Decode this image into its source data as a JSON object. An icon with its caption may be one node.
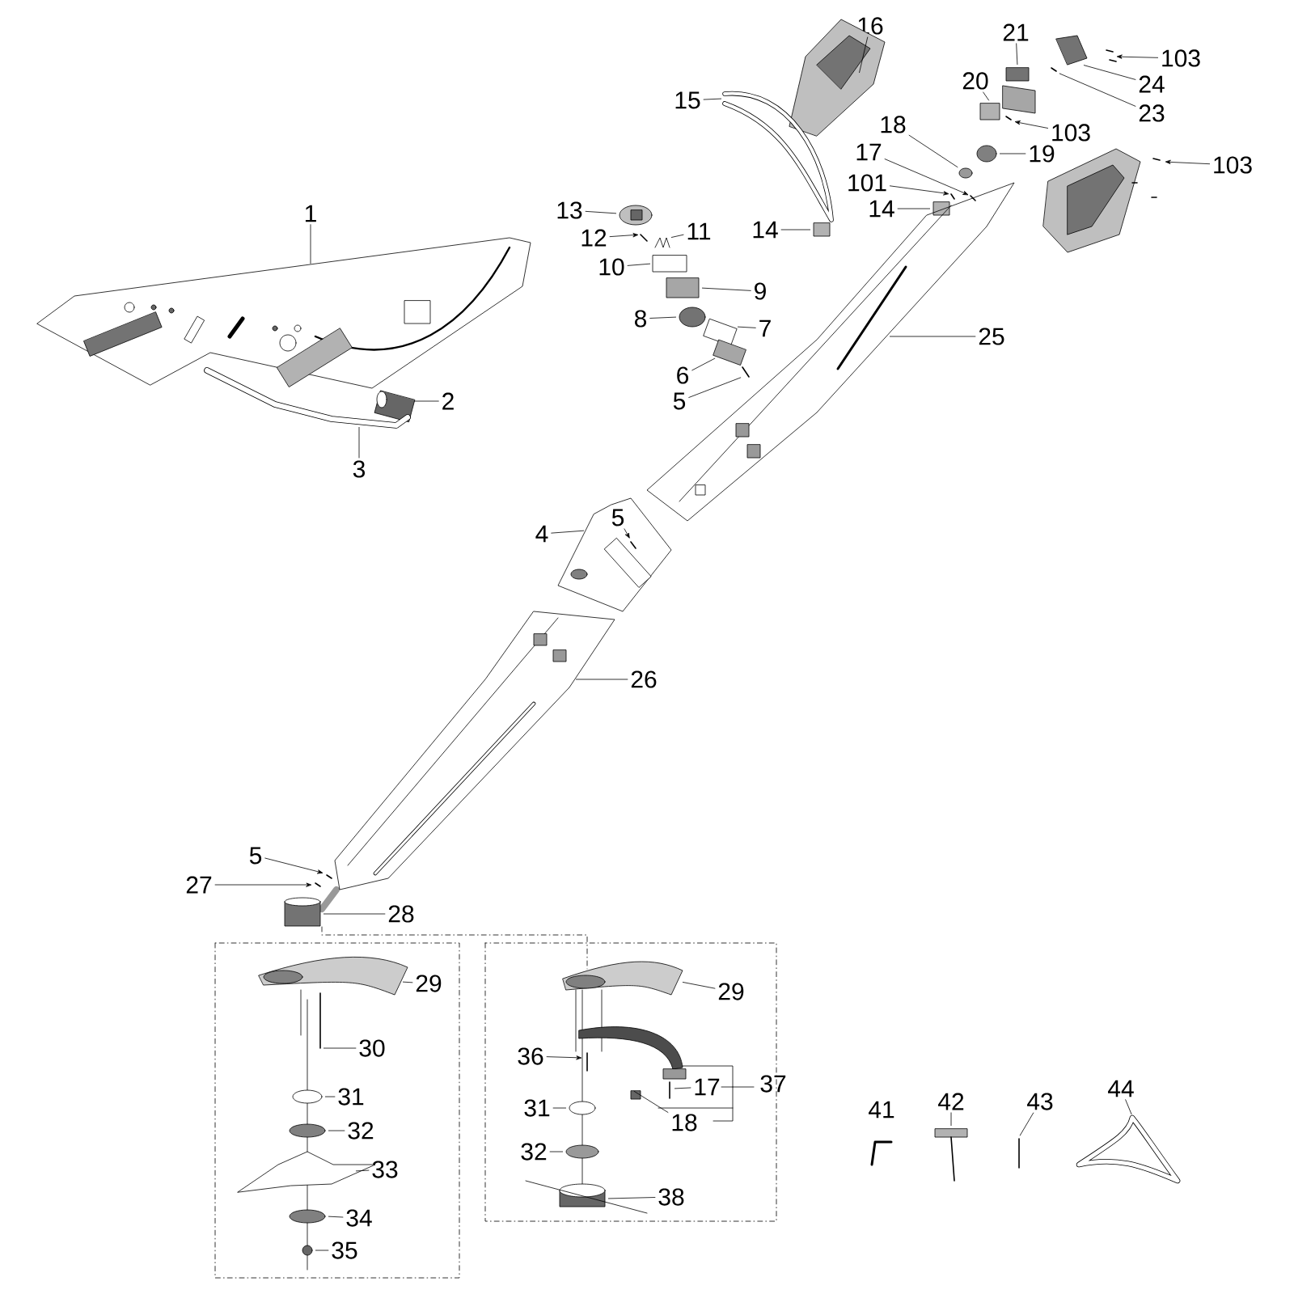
{
  "diagram": {
    "nodes": [
      {
        "text": [
          "16"
        ]
      },
      {
        "text": [
          "21"
        ]
      },
      {
        "text": [
          "103"
        ]
      },
      {
        "text": [
          "24"
        ]
      },
      {
        "text": [
          "20"
        ]
      },
      {
        "text": [
          "103"
        ]
      },
      {
        "text": [
          "23"
        ]
      },
      {
        "text": [
          "15"
        ]
      },
      {
        "text": [
          "18"
        ]
      },
      {
        "text": [
          "19"
        ]
      },
      {
        "text": [
          "17"
        ]
      },
      {
        "text": [
          "101"
        ]
      },
      {
        "text": [
          "14"
        ]
      },
      {
        "text": [
          "103"
        ]
      },
      {
        "text": [
          "1"
        ]
      },
      {
        "text": [
          "13"
        ]
      },
      {
        "text": [
          "14"
        ]
      },
      {
        "text": [
          "11"
        ]
      },
      {
        "text": [
          "12"
        ]
      },
      {
        "text": [
          "10"
        ]
      },
      {
        "text": [
          "9"
        ]
      },
      {
        "text": [
          "8"
        ]
      },
      {
        "text": [
          "7"
        ]
      },
      {
        "text": [
          "25"
        ]
      },
      {
        "text": [
          "6"
        ]
      },
      {
        "text": [
          "5"
        ]
      },
      {
        "text": [
          "2"
        ]
      },
      {
        "text": [
          "3"
        ]
      },
      {
        "text": [
          "5"
        ],
        "in": 82
      },
      {
        "text": [
          "4"
        ]
      },
      {
        "text": [
          "26"
        ]
      },
      {
        "text": [
          "5"
        ]
      },
      {
        "text": [
          "27"
        ]
      },
      {
        "text": [
          "28"
        ]
      },
      {
        "text": [
          "29"
        ]
      },
      {
        "text": [
          "29"
        ]
      },
      {
        "text": [
          "30"
        ]
      },
      {
        "text": [
          "36"
        ]
      },
      {
        "text": [
          "37"
        ]
      },
      {
        "text": [
          "17"
        ]
      },
      {
        "text": [
          "31"
        ]
      },
      {
        "text": [
          "31"
        ]
      },
      {
        "text": [
          "18"
        ]
      },
      {
        "text": [
          "32"
        ]
      },
      {
        "text": [
          "32"
        ]
      },
      {
        "text": [
          "33"
        ]
      },
      {
        "text": [
          "38"
        ]
      },
      {
        "text": [
          "34"
        ]
      },
      {
        "text": [
          "35"
        ]
      },
      {
        "text": [
          "41"
        ]
      },
      {
        "text": [
          "42"
        ]
      },
      {
        "text": [
          "43"
        ]
      },
      {
        "text": [
          "44"
        ]
      },
      {
        "text": [],
        "shape": "picture"
      },
      {
        "text": [],
        "shape": "box"
      },
      {
        "text": [],
        "shape": "picture"
      },
      {
        "text": [],
        "shape": "picture"
      },
      {
        "text": [],
        "shape": "box"
      },
      {
        "text": [],
        "shape": "picture"
      },
      {
        "text": [],
        "shape": "picture"
      },
      {
        "text": [],
        "shape": "picture"
      },
      {
        "text": [],
        "shape": "circle"
      },
      {
        "text": [],
        "shape": "circle"
      },
      {
        "text": [],
        "shape": "picture",
        "in": 76
      },
      {
        "text": [],
        "shape": "picture"
      },
      {
        "text": [],
        "shape": "box"
      },
      {
        "text": [],
        "shape": "picture"
      },
      {
        "text": [],
        "shape": "picture"
      },
      {
        "text": [],
        "shape": "picture"
      },
      {
        "text": [],
        "shape": "box"
      },
      {
        "text": [],
        "shape": "picture"
      },
      {
        "text": [],
        "shape": "picture"
      },
      {
        "text": [],
        "shape": "box"
      },
      {
        "text": [],
        "shape": "box"
      },
      {
        "text": [],
        "shape": "circle"
      },
      {
        "text": [],
        "shape": "picture"
      },
      {
        "text": [],
        "shape": "picture"
      },
      {
        "text": [],
        "shape": "picture"
      },
      {
        "text": [],
        "shape": "picture"
      },
      {
        "text": [],
        "shape": "picture"
      },
      {
        "text": [],
        "shape": "picture"
      },
      {
        "text": [],
        "shape": "picture",
        "in": 82
      },
      {
        "text": [],
        "shape": "picture"
      },
      {
        "text": [],
        "shape": "picture"
      },
      {
        "text": [],
        "shape": "picture"
      },
      {
        "text": [],
        "shape": "picture"
      },
      {
        "text": [],
        "shape": "cylinder"
      },
      {
        "text": [],
        "shape": "picture"
      },
      {
        "text": [],
        "shape": "picture"
      },
      {
        "text": [],
        "shape": "picture"
      },
      {
        "text": [],
        "shape": "picture",
        "in": 88
      },
      {
        "text": [],
        "shape": "picture"
      },
      {
        "text": [],
        "shape": "circle"
      },
      {
        "text": [],
        "shape": "circle"
      },
      {
        "text": [],
        "shape": "box"
      },
      {
        "text": [],
        "shape": "circle"
      },
      {
        "text": [],
        "shape": "circle"
      },
      {
        "text": [],
        "shape": "picture"
      },
      {
        "text": [],
        "shape": "picture"
      },
      {
        "text": [],
        "shape": "circle"
      },
      {
        "text": [],
        "shape": "circle"
      },
      {
        "text": [],
        "shape": "picture"
      },
      {
        "text": [],
        "shape": "picture"
      },
      {
        "text": [],
        "shape": "picture"
      }
    ],
    "edges": [
      {
        "from": 0,
        "to": 53,
        "arrow": "none"
      },
      {
        "from": 1,
        "to": 54,
        "arrow": "none"
      },
      {
        "from": 2,
        "to": 55,
        "arrow": "to"
      },
      {
        "from": 3,
        "to": 56,
        "arrow": "none"
      },
      {
        "from": 4,
        "to": 57,
        "arrow": "none"
      },
      {
        "from": 5,
        "to": 58,
        "arrow": "to"
      },
      {
        "from": 6,
        "to": 59,
        "arrow": "none"
      },
      {
        "from": 7,
        "to": 60,
        "arrow": "none"
      },
      {
        "from": 8,
        "to": 61,
        "arrow": "none"
      },
      {
        "from": 9,
        "to": 62,
        "arrow": "none"
      },
      {
        "from": 10,
        "to": 63,
        "arrow": "to"
      },
      {
        "from": 11,
        "to": 64,
        "arrow": "to"
      },
      {
        "from": 12,
        "to": 65,
        "arrow": "none"
      },
      {
        "from": 13,
        "to": 66,
        "arrow": "to"
      },
      {
        "from": 14,
        "to": 67,
        "arrow": "none"
      },
      {
        "from": 15,
        "to": 68,
        "arrow": "none"
      },
      {
        "from": 16,
        "to": 69,
        "arrow": "none"
      },
      {
        "from": 17,
        "to": 70,
        "arrow": "none"
      },
      {
        "from": 18,
        "to": 71,
        "arrow": "to"
      },
      {
        "from": 19,
        "to": 72,
        "arrow": "none"
      },
      {
        "from": 20,
        "to": 73,
        "arrow": "none"
      },
      {
        "from": 21,
        "to": 74,
        "arrow": "none"
      },
      {
        "from": 22,
        "to": 75,
        "arrow": "none"
      },
      {
        "from": 23,
        "to": 76,
        "arrow": "none"
      },
      {
        "from": 24,
        "to": 77,
        "arrow": "none"
      },
      {
        "from": 25,
        "to": 78,
        "arrow": "none"
      },
      {
        "from": 26,
        "to": 79,
        "arrow": "none"
      },
      {
        "from": 27,
        "to": 80,
        "arrow": "none"
      },
      {
        "from": 28,
        "to": 81,
        "arrow": "to"
      },
      {
        "from": 29,
        "to": 82,
        "arrow": "none"
      },
      {
        "from": 30,
        "to": 83,
        "arrow": "none"
      },
      {
        "from": 31,
        "to": 84,
        "arrow": "to"
      },
      {
        "from": 32,
        "to": 85,
        "arrow": "to"
      },
      {
        "from": 33,
        "to": 86,
        "arrow": "none"
      },
      {
        "from": 34,
        "to": 87,
        "arrow": "none"
      },
      {
        "from": 35,
        "to": 88,
        "arrow": "none"
      },
      {
        "from": 36,
        "to": 89,
        "arrow": "none"
      },
      {
        "from": 37,
        "to": 90,
        "arrow": "to"
      },
      {
        "from": 39,
        "to": 91,
        "arrow": "none"
      },
      {
        "from": 40,
        "to": 92,
        "arrow": "none"
      },
      {
        "from": 41,
        "to": 93,
        "arrow": "none"
      },
      {
        "from": 42,
        "to": 94,
        "arrow": "none"
      },
      {
        "from": 43,
        "to": 95,
        "arrow": "none"
      },
      {
        "from": 44,
        "to": 96,
        "arrow": "none"
      },
      {
        "from": 45,
        "to": 97,
        "arrow": "none"
      },
      {
        "from": 46,
        "to": 98,
        "arrow": "none"
      },
      {
        "from": 47,
        "to": 99,
        "arrow": "none"
      },
      {
        "from": 48,
        "to": 100,
        "arrow": "none"
      },
      {
        "from": 50,
        "to": 101,
        "arrow": "none"
      },
      {
        "from": 51,
        "to": 102,
        "arrow": "none"
      },
      {
        "from": 52,
        "to": 103,
        "arrow": "none"
      },
      {
        "from": 86,
        "to": 88,
        "arrow": "none",
        "style": "dashed"
      }
    ]
  }
}
